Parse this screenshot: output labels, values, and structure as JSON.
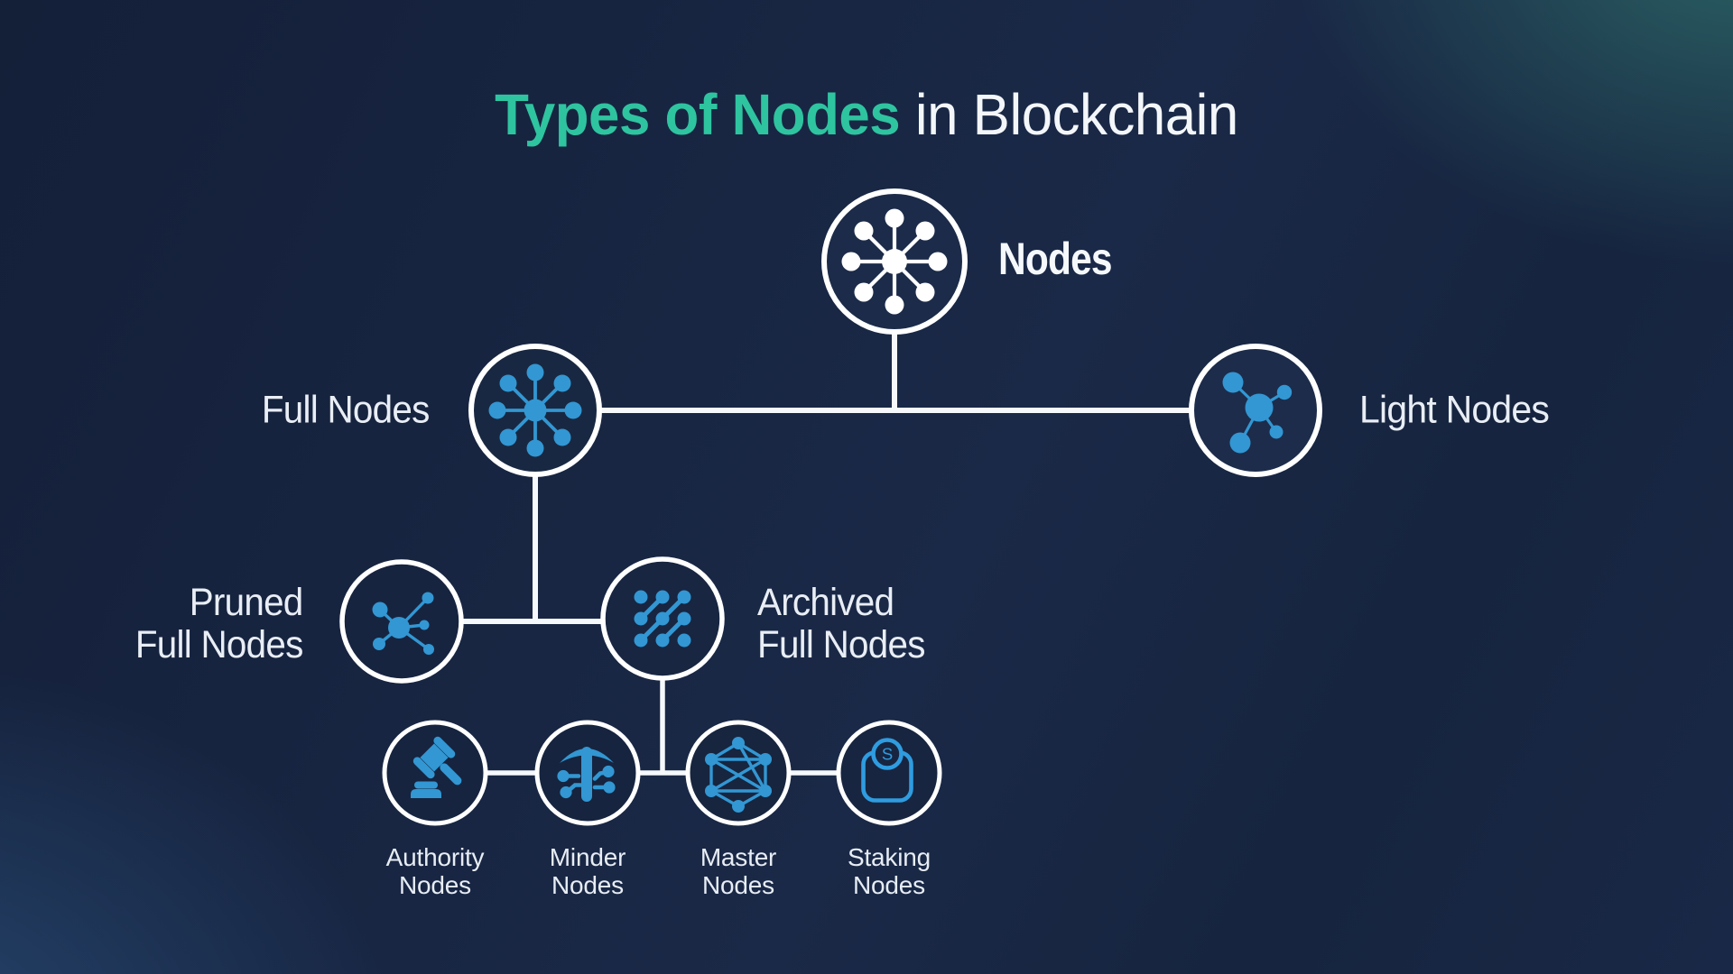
{
  "title": {
    "highlight": "Types of Nodes",
    "rest": " in Blockchain"
  },
  "colors": {
    "accent_green": "#2EC4A0",
    "icon_blue": "#3297D3",
    "ring_white": "#F7FAFC",
    "background_navy": "#1A2846"
  },
  "nodes": {
    "root": {
      "label": "Nodes"
    },
    "full": {
      "label": "Full Nodes"
    },
    "light": {
      "label": "Light Nodes"
    },
    "pruned": {
      "label_line1": "Pruned",
      "label_line2": "Full Nodes"
    },
    "archived": {
      "label_line1": "Archived",
      "label_line2": "Full Nodes"
    },
    "authority": {
      "label_line1": "Authority",
      "label_line2": "Nodes"
    },
    "minder": {
      "label_line1": "Minder",
      "label_line2": "Nodes"
    },
    "master": {
      "label_line1": "Master",
      "label_line2": "Nodes"
    },
    "staking": {
      "label_line1": "Staking",
      "label_line2": "Nodes",
      "coin_letter": "S"
    }
  }
}
